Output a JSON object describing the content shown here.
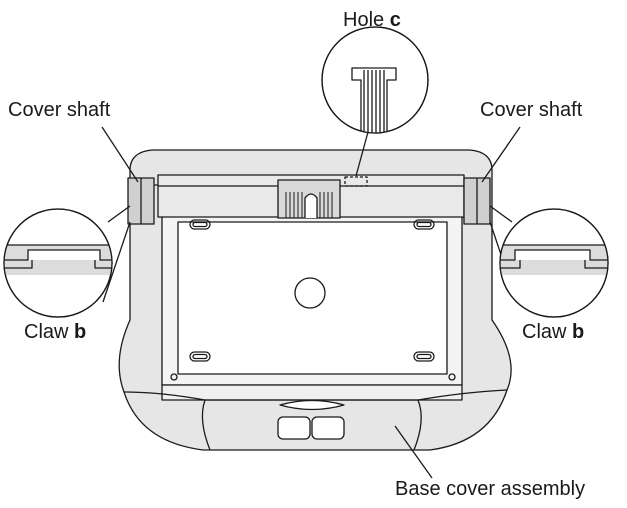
{
  "labels": {
    "hole": {
      "text": "Hole",
      "letter": "c"
    },
    "cover_shaft_left": "Cover shaft",
    "cover_shaft_right": "Cover shaft",
    "claw_left": {
      "text": "Claw",
      "letter": "b"
    },
    "claw_right": {
      "text": "Claw",
      "letter": "b"
    },
    "base_cover": "Base cover assembly"
  },
  "colors": {
    "line": "#1a1a1a",
    "fill_light": "#e6e6e6",
    "fill_mid": "#cfcfcf",
    "background": "#ffffff"
  }
}
